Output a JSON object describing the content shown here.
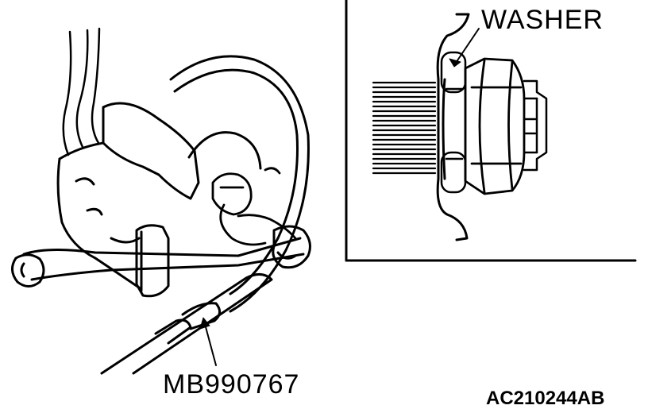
{
  "labels": {
    "washer": "WASHER",
    "tool": "MB990767",
    "figure_id": "AC210244AB"
  }
}
